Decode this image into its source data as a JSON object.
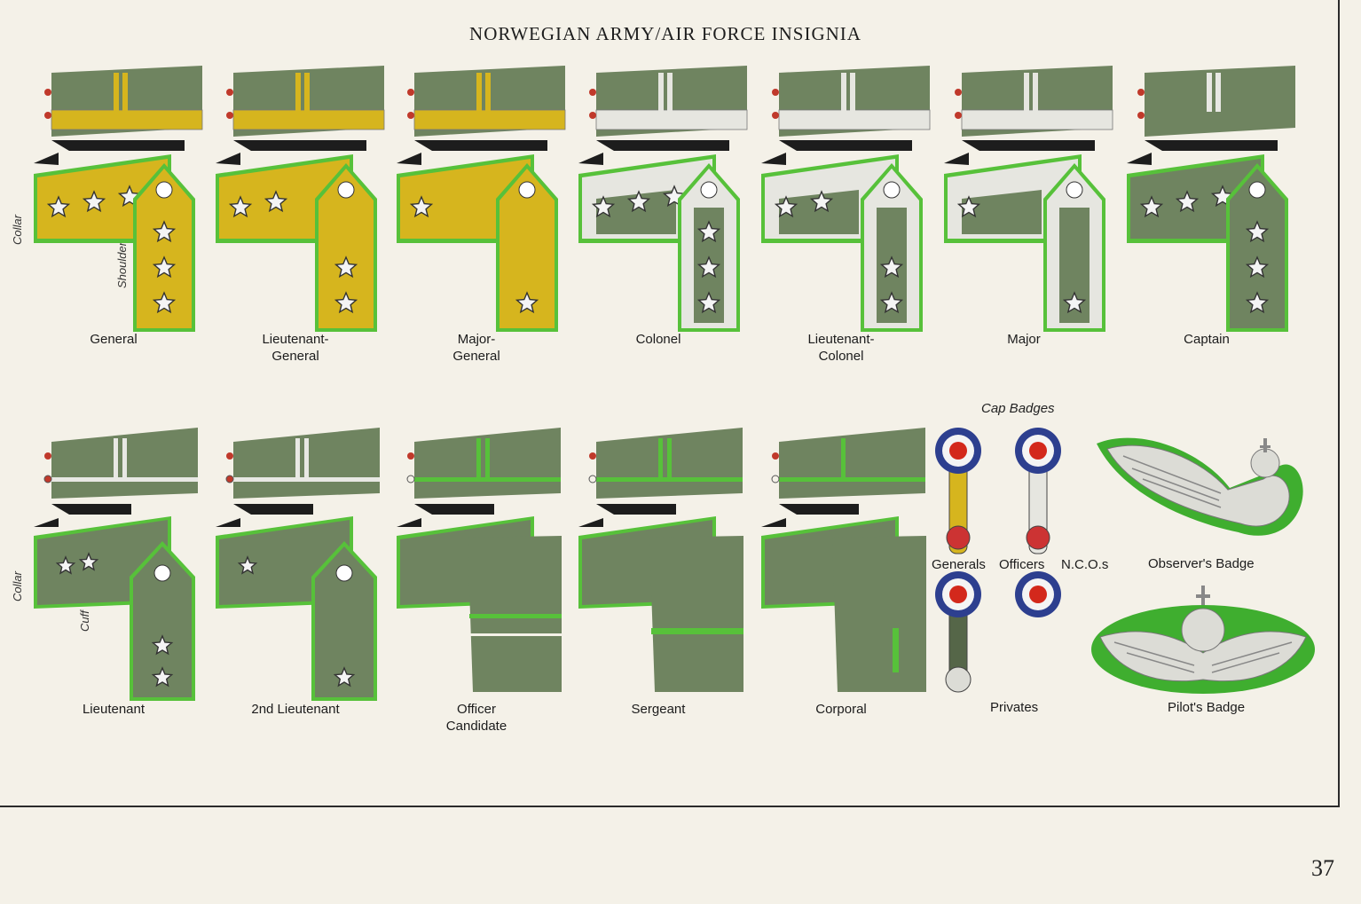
{
  "page": {
    "title": "NORWEGIAN ARMY/AIR FORCE INSIGNIA",
    "page_number": "37"
  },
  "side_labels": {
    "collar_top": "Collar",
    "shoulder": "Shoulder",
    "collar_bottom": "Collar",
    "cuff": "Cuff"
  },
  "ranks_row1": [
    {
      "label": "General",
      "stars_collar": 3,
      "stars_shoulder": 3,
      "metal": "gold"
    },
    {
      "label": "Lieutenant-\nGeneral",
      "stars_collar": 2,
      "stars_shoulder": 2,
      "metal": "gold"
    },
    {
      "label": "Major-\nGeneral",
      "stars_collar": 1,
      "stars_shoulder": 1,
      "metal": "gold"
    },
    {
      "label": "Colonel",
      "stars_collar": 3,
      "stars_shoulder": 3,
      "metal": "silver"
    },
    {
      "label": "Lieutenant-\nColonel",
      "stars_collar": 2,
      "stars_shoulder": 2,
      "metal": "silver"
    },
    {
      "label": "Major",
      "stars_collar": 1,
      "stars_shoulder": 1,
      "metal": "silver"
    },
    {
      "label": "Captain",
      "stars_collar": 3,
      "stars_shoulder": 3,
      "metal": "none"
    }
  ],
  "ranks_row2": [
    {
      "label": "Lieutenant",
      "stars_collar": 2,
      "stars_shoulder": 2,
      "cuff": "shoulder"
    },
    {
      "label": "2nd Lieutenant",
      "stars_collar": 1,
      "stars_shoulder": 1,
      "cuff": "shoulder"
    },
    {
      "label": "Officer\nCandidate",
      "stars_collar": 0,
      "stars_shoulder": 0,
      "cuff": "two-bars"
    },
    {
      "label": "Sergeant",
      "stars_collar": 0,
      "stars_shoulder": 0,
      "cuff": "one-bar"
    },
    {
      "label": "Corporal",
      "stars_collar": 0,
      "stars_shoulder": 0,
      "cuff": "chevron"
    }
  ],
  "cap_badges": {
    "title": "Cap Badges",
    "generals": "Generals",
    "officers": "Officers",
    "ncos": "N.C.O.s",
    "privates": "Privates"
  },
  "badges": {
    "observer": "Observer's Badge",
    "pilot": "Pilot's Badge"
  },
  "colors": {
    "uniform": "#6f8460",
    "piping": "#57c13a",
    "gold": "#d6b51e",
    "silver": "#e6e6e0",
    "roundel_blue": "#2d3f8f",
    "roundel_red": "#d3281c"
  }
}
